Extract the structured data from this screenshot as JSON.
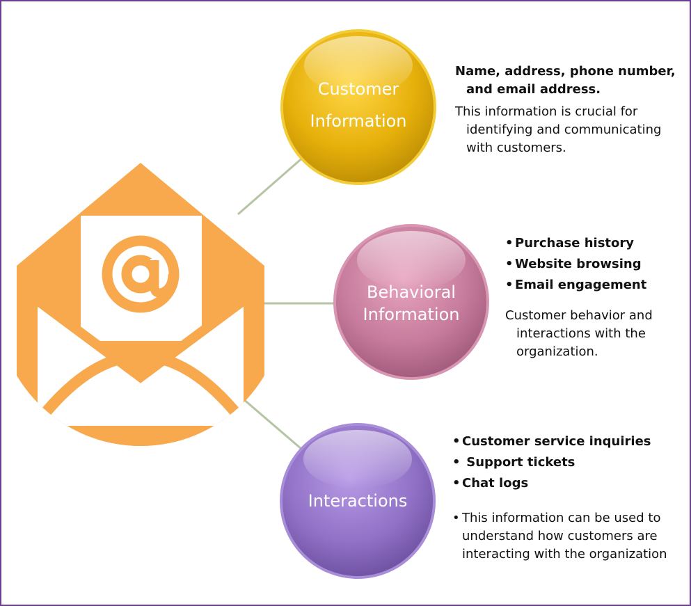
{
  "colors": {
    "frame": "#6b3f8f",
    "connector": "#b5c4a3",
    "envelope": "#f8a94e",
    "customer_bubble": "#e2ad0a",
    "behavioral_bubble": "#c4789a",
    "interactions_bubble": "#8e6cc2"
  },
  "icon": "open-envelope-email-icon",
  "bubbles": [
    {
      "label_lines": [
        "Customer",
        "Information"
      ],
      "heading_lines": [
        "Name, address, phone number,",
        "and email address."
      ],
      "description_lines": [
        "This information is crucial for",
        "identifying and communicating",
        "with customers."
      ]
    },
    {
      "label_lines": [
        "Behavioral",
        "Information"
      ],
      "bullets": [
        "Purchase history",
        "Website browsing",
        "Email engagement"
      ],
      "description_lines": [
        "Customer behavior and",
        "interactions with the",
        "organization."
      ]
    },
    {
      "label_lines": [
        "Interactions"
      ],
      "bullets": [
        "Customer service inquiries",
        " Support tickets",
        "Chat logs"
      ],
      "note_lines": [
        "This information can be used to",
        "understand how customers are",
        "interacting with the organization"
      ]
    }
  ]
}
